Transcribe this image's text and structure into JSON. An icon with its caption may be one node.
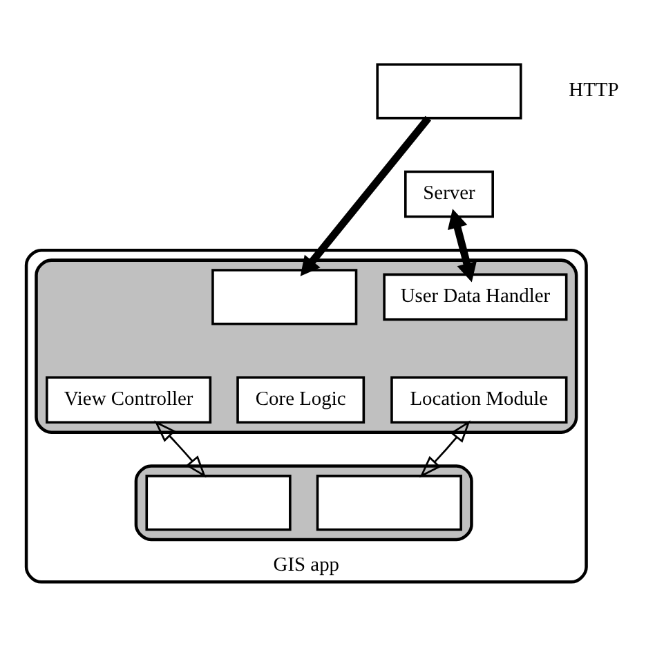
{
  "diagram": {
    "nodes": [
      {
        "text": [],
        "shape": "box"
      },
      {
        "text": [
          "Server"
        ]
      },
      {
        "text": [
          "GIS app"
        ]
      },
      {
        "text": [],
        "shape": "box",
        "in": 2
      },
      {
        "text": [],
        "shape": "box",
        "in": 3
      },
      {
        "text": [
          "User Data Handler"
        ],
        "in": 3
      },
      {
        "text": [
          "View Controller"
        ],
        "in": 3
      },
      {
        "text": [
          "Core Logic"
        ],
        "in": 3
      },
      {
        "text": [
          "Location Module"
        ],
        "in": 3
      },
      {
        "text": [],
        "shape": "box",
        "in": 2
      },
      {
        "text": [],
        "shape": "box",
        "in": 9
      },
      {
        "text": [],
        "shape": "box",
        "in": 9
      }
    ],
    "edges": [
      {
        "from": 0,
        "to": 4,
        "arrow": "to",
        "style": "thick"
      },
      {
        "from": 1,
        "to": 5,
        "arrow": "both",
        "style": "thick"
      },
      {
        "from": 6,
        "to": 10,
        "arrow": "both"
      },
      {
        "from": 8,
        "to": 11,
        "arrow": "both"
      }
    ],
    "labels": [
      "HTTP"
    ]
  }
}
